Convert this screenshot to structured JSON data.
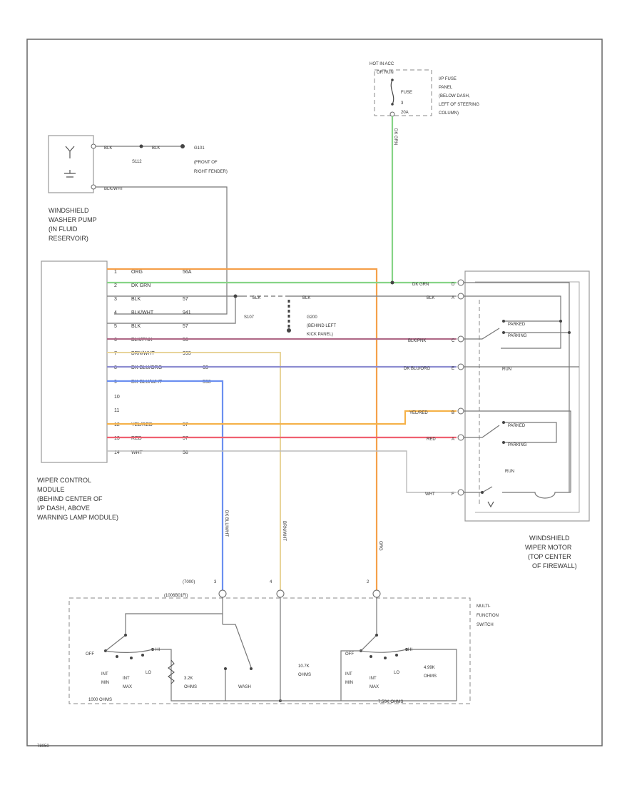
{
  "colors": {
    "orange": "#f5a04a",
    "green": "#86d486",
    "gray": "#888888",
    "maroon": "#b06a88",
    "tan": "#e8d49a",
    "violet": "#8c8cd0",
    "blue": "#6b8ff0",
    "yellow_orange": "#f5b24a",
    "red": "#f06070",
    "light_gray": "#bbbbbb"
  },
  "fuse": {
    "hot_label": "HOT IN ACC",
    "hot_sub": "OR RUN",
    "fuse_name": "FUSE",
    "fuse_num": "3",
    "fuse_amps": "20A",
    "panel_lines": [
      "I/P FUSE",
      "PANEL",
      "(BELOW DASH,",
      "LEFT OF STEERING",
      "COLUMN)"
    ],
    "wire_label": "DK GRN"
  },
  "pump": {
    "wire1": "BLK",
    "splice": "S112",
    "wire2": "BLK",
    "ground_id": "G101",
    "ground_lines": [
      "(FRONT OF",
      "RIGHT FENDER)"
    ],
    "wire3": "BLK/WHT",
    "title_lines": [
      "WINDSHIELD",
      "WASHER PUMP",
      "(IN FLUID",
      "RESERVOIR)"
    ]
  },
  "module": {
    "title_lines": [
      "WIPER CONTROL",
      "MODULE",
      "(BEHIND CENTER OF",
      "I/P DASH, ABOVE",
      "WARNING LAMP MODULE)"
    ],
    "pins": [
      {
        "num": "1",
        "color": "ORG",
        "circuit": "56A"
      },
      {
        "num": "2",
        "color": "DK GRN",
        "circuit": ""
      },
      {
        "num": "3",
        "color": "BLK",
        "circuit": "57"
      },
      {
        "num": "4",
        "color": "BLK/WHT",
        "circuit": "941"
      },
      {
        "num": "5",
        "color": "BLK",
        "circuit": "57"
      },
      {
        "num": "6",
        "color": "BLK/PNK",
        "circuit": "56"
      },
      {
        "num": "7",
        "color": "BRN/WHT",
        "circuit": "993"
      },
      {
        "num": "8",
        "color": "DK BLU/ORG",
        "circuit": "63"
      },
      {
        "num": "9",
        "color": "DK BLU/WHT",
        "circuit": "590"
      },
      {
        "num": "10",
        "color": "",
        "circuit": ""
      },
      {
        "num": "11",
        "color": "",
        "circuit": ""
      },
      {
        "num": "12",
        "color": "YEL/RED",
        "circuit": "57"
      },
      {
        "num": "13",
        "color": "RED",
        "circuit": "57"
      },
      {
        "num": "14",
        "color": "WHT",
        "circuit": "58"
      }
    ]
  },
  "ground2": {
    "wire_a": "BLK",
    "wire_b": "BLK",
    "splice": "S107",
    "ground_id": "G200",
    "lines": [
      "(BEHIND LEFT",
      "KICK PANEL)"
    ],
    "sub": "G200"
  },
  "motor": {
    "pin_labels": [
      {
        "color": "DK GRN",
        "pin": "D"
      },
      {
        "color": "BLK",
        "pin": "A"
      },
      {
        "color": "BLK/PNK",
        "pin": "C"
      },
      {
        "color": "DK BLU/ORG",
        "pin": "E"
      },
      {
        "color": "YEL/RED",
        "pin": "B"
      },
      {
        "color": "RED",
        "pin": "A"
      },
      {
        "color": "WHT",
        "pin": "F"
      }
    ],
    "sw_upper": [
      "PARKED",
      "PARKING",
      "RUN"
    ],
    "sw_lower": [
      "PARKED",
      "PARKING",
      "RUN"
    ],
    "title_lines": [
      "WINDSHIELD",
      "WIPER MOTOR",
      "(TOP CENTER",
      "OF FIREWALL)"
    ]
  },
  "mfs": {
    "vertical_wires": [
      "DK BLU/WHT",
      "BRN/WHT",
      "ORG"
    ],
    "c_labels": [
      "(7000)",
      "(1006B01FI)"
    ],
    "pin_nums": [
      "3",
      "4",
      "2"
    ],
    "title_lines": [
      "MULTI-",
      "FUNCTION",
      "SWITCH"
    ],
    "left": {
      "off": "OFF",
      "int1": "INT",
      "int1b": "MIN",
      "int2": "INT",
      "int2b": "MAX",
      "lo": "LO",
      "hi": "HI",
      "res": "1000 OHMS",
      "fixed": "3.2K",
      "fixed2": "OHMS",
      "wash": "WASH"
    },
    "right": {
      "off": "OFF",
      "int1": "INT",
      "int1b": "MIN",
      "int2": "INT",
      "int2b": "MAX",
      "lo": "LO",
      "hi": "HI",
      "r1": "10.7K",
      "r1b": "OHMS",
      "r2": "4.99K",
      "r2b": "OHMS",
      "bottom": "7.50K OHMS"
    }
  },
  "figure_id": "78050"
}
